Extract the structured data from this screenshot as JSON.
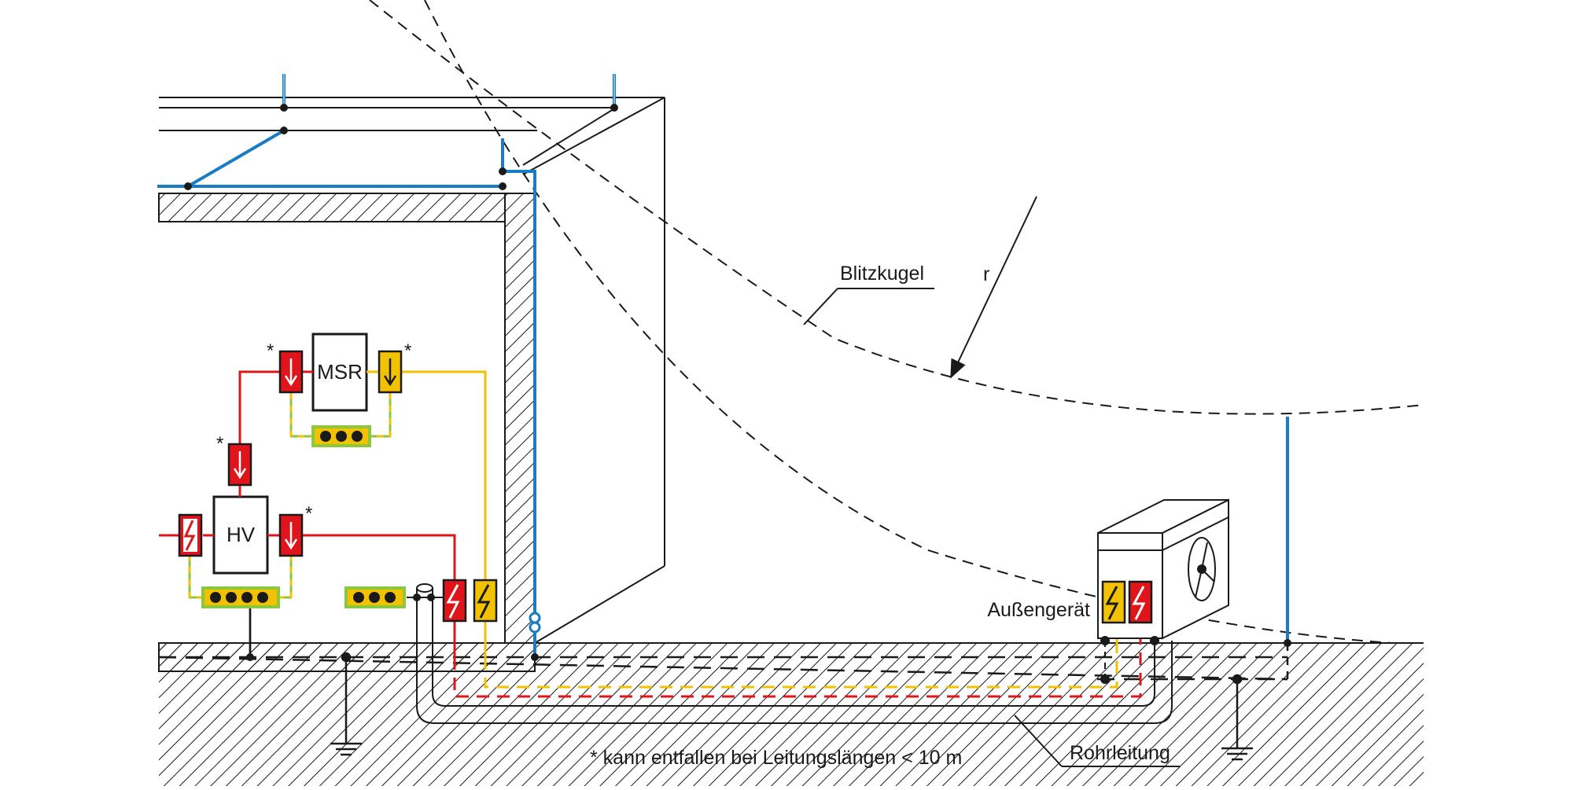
{
  "labels": {
    "lightning_sphere": "Blitzkugel",
    "radius": "r",
    "outdoor_unit": "Außengerät",
    "pipe": "Rohrleitung",
    "note": "* kann entfallen bei Leitungslängen < 10 m",
    "msr": "MSR",
    "hv": "HV",
    "asterisk": "*"
  },
  "colors": {
    "lightning_protection": "#1a7cc4",
    "power_line": "#e0151b",
    "signal_line": "#f2c200",
    "bonding_bar": "#8dc63f",
    "ground": "#1a1a1a"
  },
  "icons": {
    "spd_power": "lightning-bolt-red-icon",
    "spd_signal": "lightning-bolt-yellow-icon",
    "spd_arrow": "down-arrow-icon",
    "earth": "earth-ground-icon"
  }
}
